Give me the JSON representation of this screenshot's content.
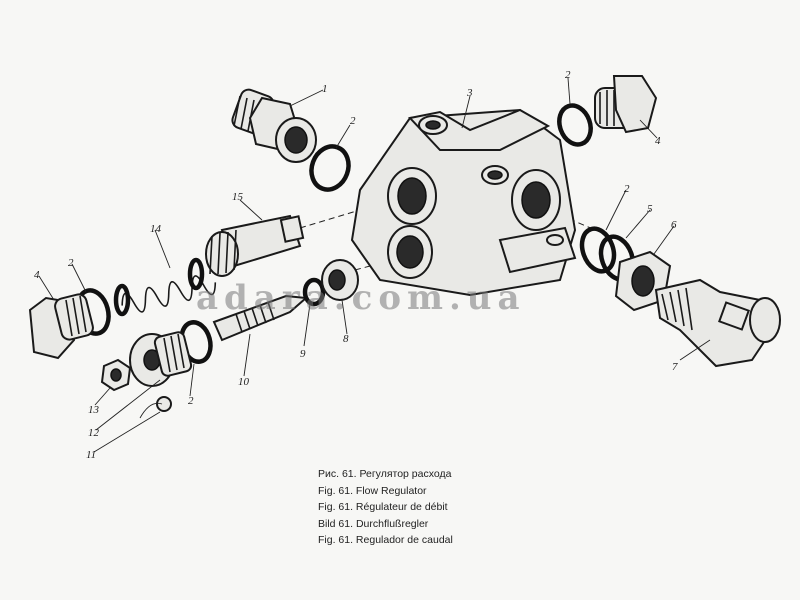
{
  "figure": {
    "watermark": "adara.com.ua",
    "captions": [
      "Рис. 61. Регулятор расхода",
      "Fig. 61. Flow Regulator",
      "Fig. 61. Régulateur de débit",
      "Bild 61. Durchflußregler",
      "Fig. 61. Regulador de caudal"
    ],
    "callouts": [
      "1",
      "2",
      "3",
      "2",
      "4",
      "15",
      "14",
      "4",
      "2",
      "9",
      "8",
      "10",
      "13",
      "12",
      "11",
      "2",
      "2",
      "5",
      "6",
      "7"
    ]
  }
}
